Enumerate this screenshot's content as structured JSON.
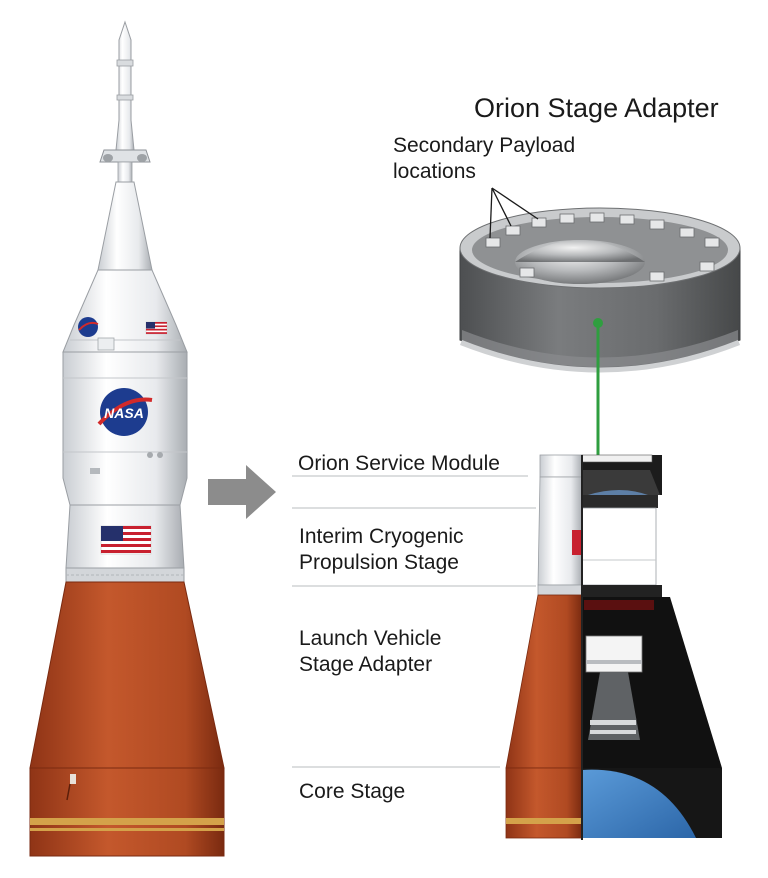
{
  "diagram": {
    "title": "Orion Stage Adapter",
    "callout": {
      "line1": "Secondary Payload",
      "line2": "locations"
    },
    "sections": {
      "orion_service_module": "Orion Service Module",
      "icps": {
        "line1": "Interim Cryogenic",
        "line2": "Propulsion Stage"
      },
      "lvsa": {
        "line1": "Launch Vehicle",
        "line2": "Stage Adapter"
      },
      "core_stage": "Core Stage"
    },
    "logos": {
      "nasa_text": "NASA"
    }
  },
  "colors": {
    "core_orange": "#b84c25",
    "core_stripe": "#d4a24a",
    "adapter_gray": "#6e6f70",
    "pointer_green": "#2f9e3f",
    "arrow_gray": "#8c8c8c",
    "nasa_blue": "#1d3c8f",
    "nasa_red": "#d22a2a",
    "tank_blue": "#3a7fc4"
  }
}
